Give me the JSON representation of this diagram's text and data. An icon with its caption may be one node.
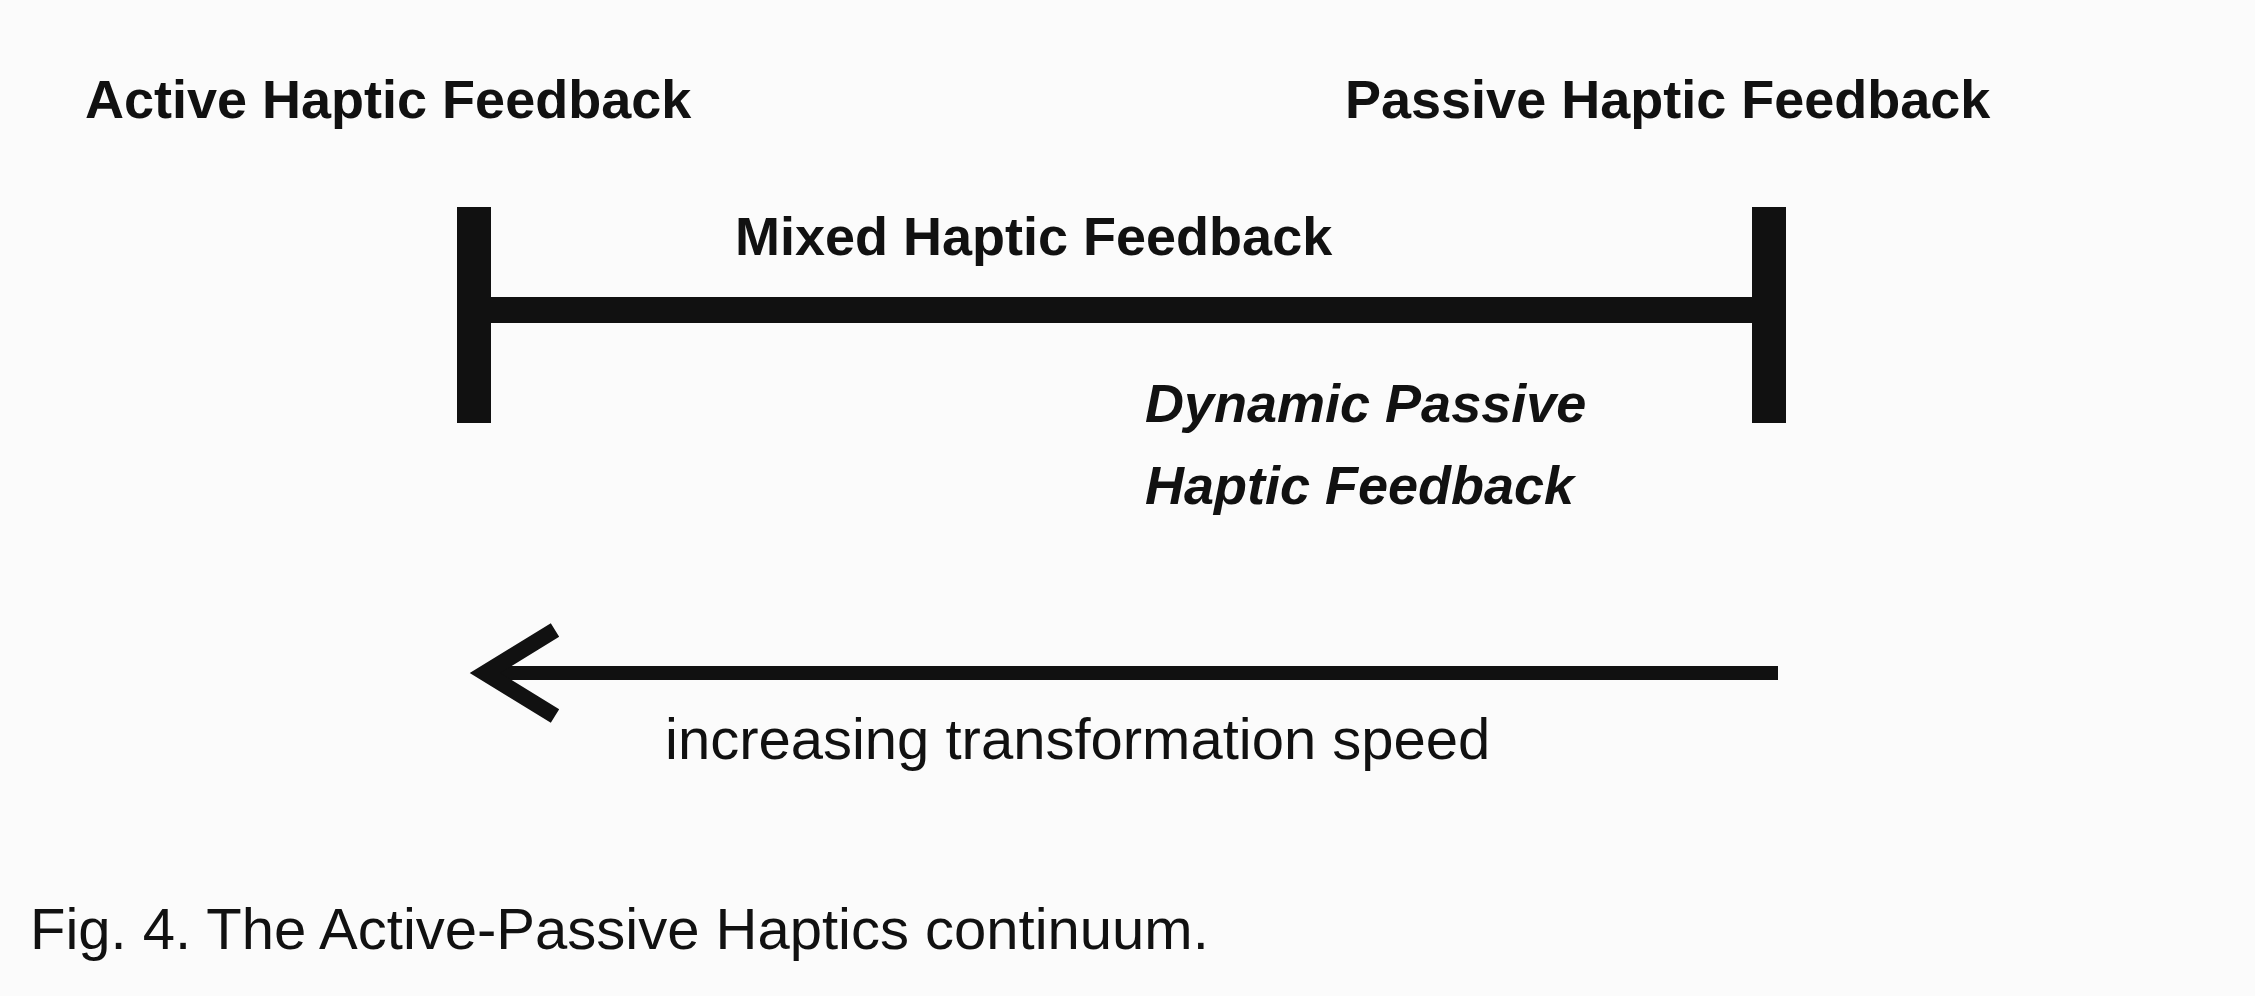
{
  "diagram": {
    "caption": "Fig. 4. The Active-Passive Haptics continuum.",
    "labels": [
      "Active Haptic Feedback",
      "Passive Haptic Feedback",
      "Mixed Haptic Feedback",
      "Dynamic Passive Haptic Feedback",
      "increasing transformation speed"
    ]
  }
}
